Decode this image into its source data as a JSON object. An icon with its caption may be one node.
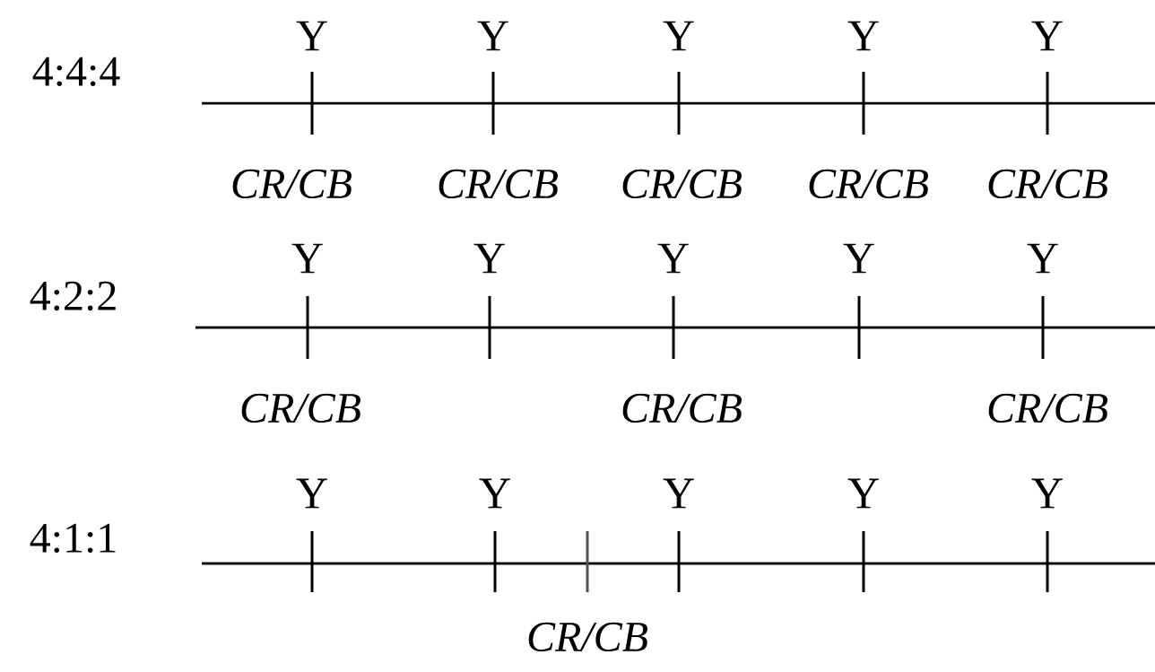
{
  "diagram": {
    "labels": [
      "Y",
      "Y",
      "Y",
      "Y",
      "Y",
      "4:4:4",
      "CR/CB",
      "CR/CB",
      "CR/CB",
      "CR/CB",
      "CR/CB",
      "Y",
      "Y",
      "Y",
      "Y",
      "Y",
      "4:2:2",
      "CR/CB",
      "CR/CB",
      "CR/CB",
      "Y",
      "Y",
      "Y",
      "Y",
      "Y",
      "4:1:1",
      "CR/CB"
    ]
  }
}
